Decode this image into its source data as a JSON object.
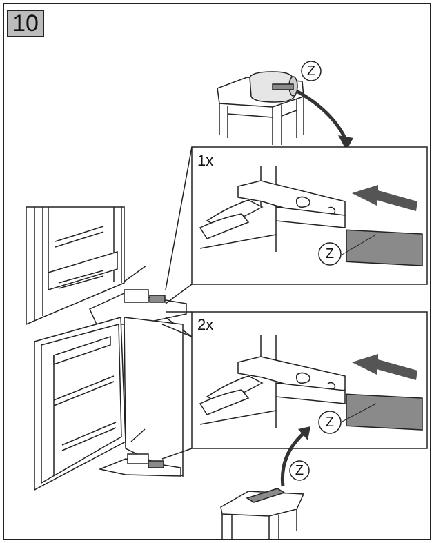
{
  "step": {
    "number": "10"
  },
  "panels": [
    {
      "quantity": "1x"
    },
    {
      "quantity": "2x"
    }
  ],
  "part_label": "Z",
  "colors": {
    "line": "#222222",
    "tape": "#8a8a8a",
    "box": "#bcbcbc"
  }
}
